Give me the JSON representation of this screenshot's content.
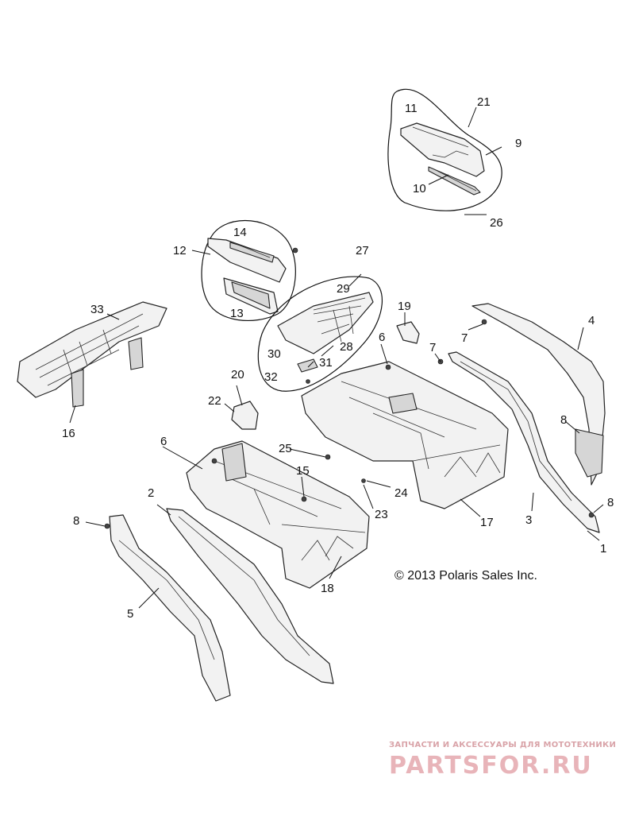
{
  "diagram": {
    "callouts": [
      "1",
      "2",
      "3",
      "4",
      "5",
      "6",
      "6",
      "7",
      "7",
      "8",
      "8",
      "8",
      "9",
      "10",
      "11",
      "12",
      "13",
      "14",
      "15",
      "16",
      "17",
      "18",
      "19",
      "20",
      "21",
      "22",
      "23",
      "24",
      "25",
      "26",
      "27",
      "28",
      "29",
      "30",
      "31",
      "32",
      "33"
    ],
    "copyright": "© 2013 Polaris Sales Inc."
  },
  "watermark": {
    "tagline": "ЗАПЧАСТИ И АКСЕССУАРЫ ДЛЯ МОТОТЕХНИКИ",
    "logo": "PARTSFOR.RU"
  }
}
